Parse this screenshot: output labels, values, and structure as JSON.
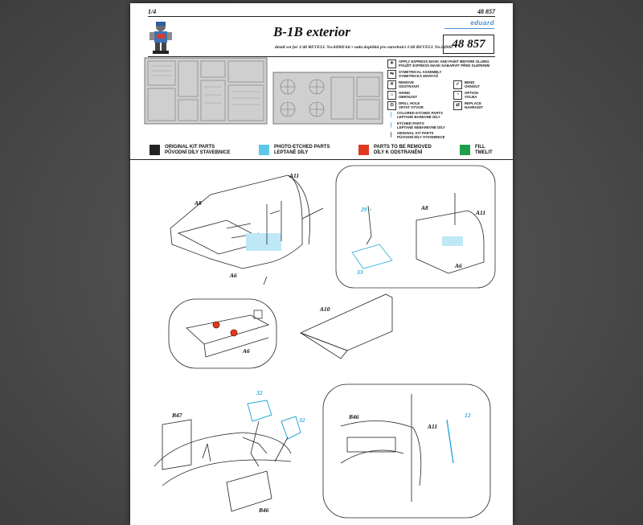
{
  "header": {
    "page_number": "1/4",
    "catalog_number": "48 857",
    "brand": "eduard",
    "title": "B-1B exterior",
    "subtitle": "detail set for 1/48  REVELL  No.04900 kit  •  sada doplňků pro stavebnici 1/48  REVELL  No.04900",
    "code_box": "48 857"
  },
  "legend": [
    {
      "icon": "aim-icon",
      "text": "APPLY EXPRESS MASK AND PAINT BEFORE GLUING\nPOUŽIT EXPRESS MASK NABARVIT PŘED SLEPENÍM"
    },
    {
      "icon": "symmetry-icon",
      "text": "SYMETRICAL ASSEMBLY\nSYMETRICKÁ MONTÁŽ"
    },
    {
      "icon": "remove-icon",
      "text": "REMOVE\nODSTRANIT"
    },
    {
      "icon": "bend-icon",
      "text": "BEND\nOHNOUT"
    },
    {
      "icon": "grind-icon",
      "text": "GRIND\nOBROUSIT"
    },
    {
      "icon": "option-icon",
      "text": "OPTION\nVOLBA"
    },
    {
      "icon": "drill-icon",
      "text": "DRILL HOLE\nVRTAT OTVOR"
    },
    {
      "icon": "replace-icon",
      "text": "REPLACE\nNAHRADIT"
    },
    {
      "icon": "colored-etched-icon",
      "text": "COLORED ETCHED PARTS\nLEPTANÉ BAREVNÉ DÍLY"
    },
    {
      "icon": "etched-icon",
      "text": "ETCHED PARTS\nLEPTANÉ NEBAREVNÉ DÍLY"
    },
    {
      "icon": "kit-part-icon",
      "text": "ORIGINAL KIT PARTS\nPŮVODNÍ DÍLY STAVEBNICE"
    }
  ],
  "color_key": [
    {
      "color": "#232323",
      "line1": "ORIGINAL KIT PARTS",
      "line2": "PŮVODNÍ DÍLY STAVEBNICE"
    },
    {
      "color": "#5bc8ea",
      "line1": "PHOTO-ETCHED PARTS",
      "line2": "LEPTANÉ DÍLY"
    },
    {
      "color": "#e03a1e",
      "line1": "PARTS TO BE REMOVED",
      "line2": "DÍLY K ODSTRANĚNÍ"
    },
    {
      "color": "#1f9e4a",
      "line1": "FILL",
      "line2": "TMELIT"
    }
  ],
  "labels": {
    "a11_top": "A11",
    "a8_top": "A8",
    "a6_top": "A6",
    "a8_inset": "A8",
    "a11_inset": "A11",
    "a6_inset": "A6",
    "p29": "29",
    "p33": "33",
    "a10": "A10",
    "a6_circle": "A6",
    "b47": "B47",
    "p32a": "32",
    "p32b": "32",
    "b46_bottom": "B46",
    "b46_inset": "B46",
    "a11_b": "A11",
    "p12": "12"
  }
}
